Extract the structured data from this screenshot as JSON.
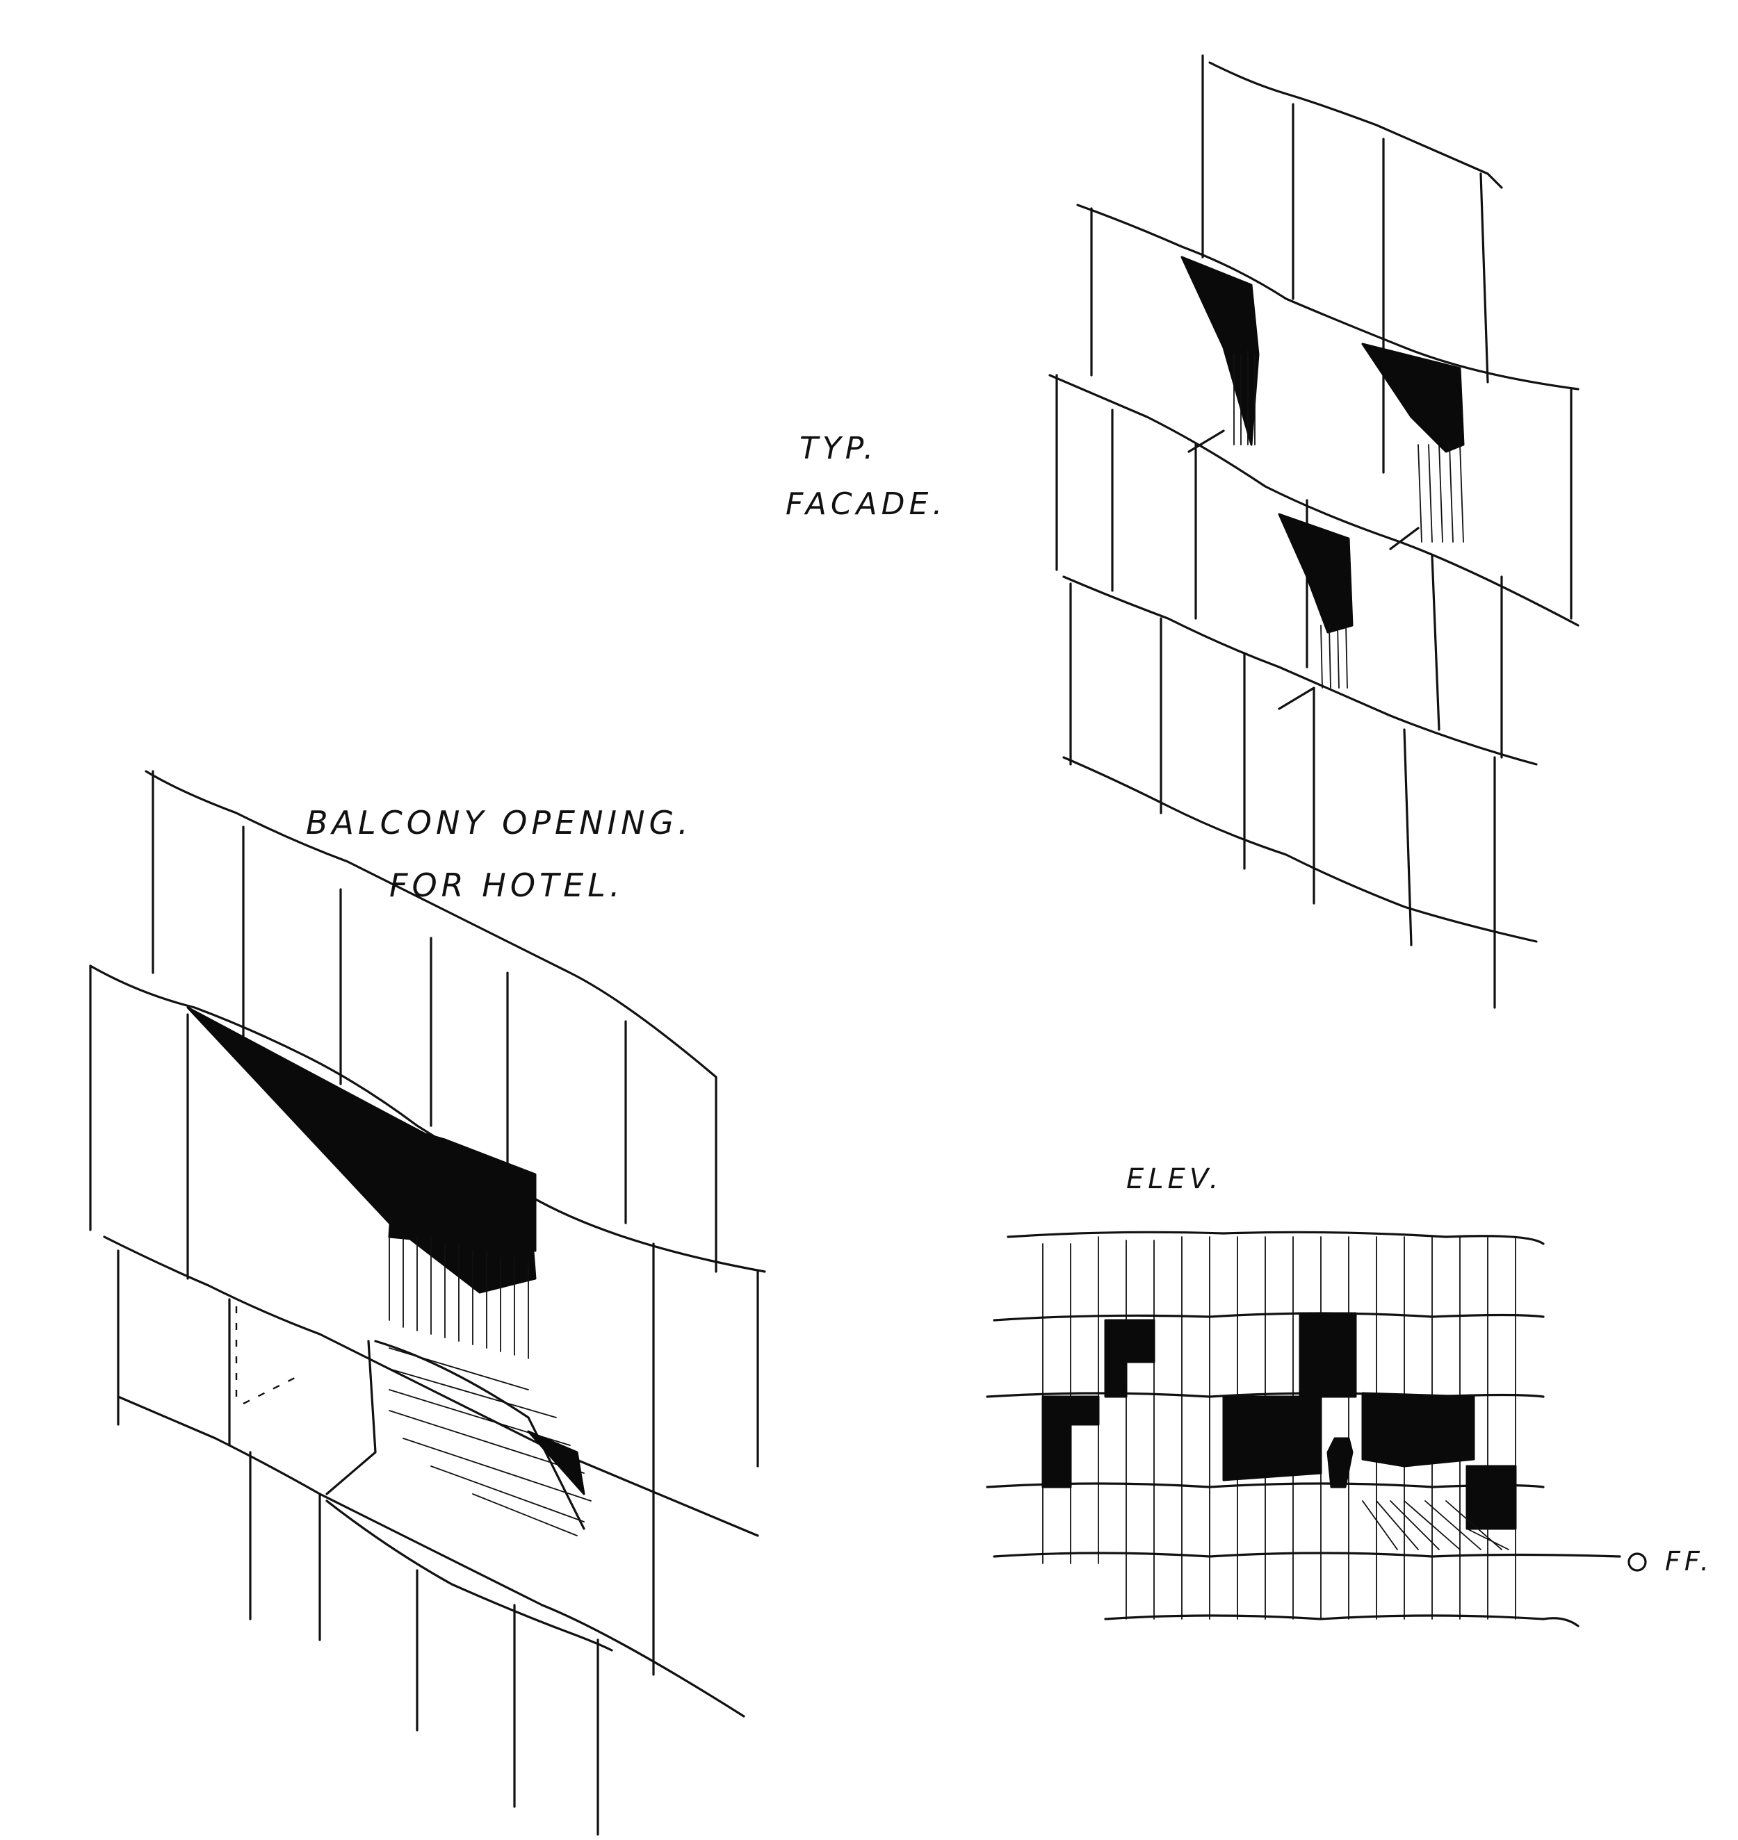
{
  "sheet": {
    "background": "#ffffff",
    "ink_color": "#111111"
  },
  "labels": {
    "typical_facade_line1": "TYP.",
    "typical_facade_line2": "FACADE.",
    "balcony_line1": "BALCONY OPENING.",
    "balcony_line2": "FOR HOTEL.",
    "elevation": "ELEV.",
    "ff": "FF."
  }
}
